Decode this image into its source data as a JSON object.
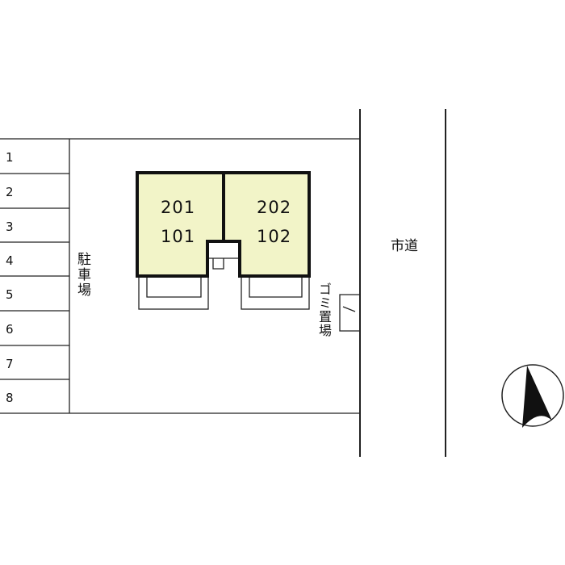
{
  "parking": {
    "label": "駐車場",
    "stalls": [
      "1",
      "2",
      "3",
      "4",
      "5",
      "6",
      "7",
      "8"
    ]
  },
  "building": {
    "units": [
      {
        "upper": "201",
        "lower": "101"
      },
      {
        "upper": "202",
        "lower": "102"
      }
    ],
    "fill": "#f2f4c8"
  },
  "road": {
    "label": "市道"
  },
  "garbage": {
    "label": "ゴミ置場"
  },
  "compass": {
    "icon": "north-arrow-icon"
  }
}
